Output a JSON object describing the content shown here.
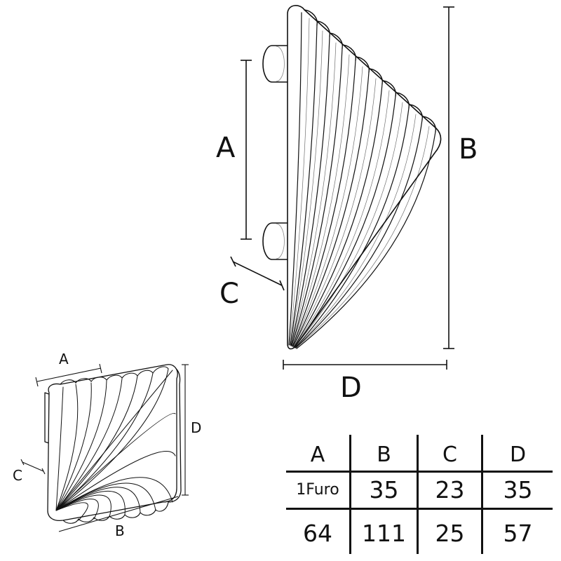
{
  "labels": {
    "large": {
      "A": "A",
      "B": "B",
      "C": "C",
      "D": "D"
    },
    "small": {
      "A": "A",
      "B": "B",
      "C": "C",
      "D": "D"
    }
  },
  "table": {
    "headers": [
      "A",
      "B",
      "C",
      "D"
    ],
    "rows": [
      [
        "1Furo",
        "35",
        "23",
        "35"
      ],
      [
        "64",
        "111",
        "25",
        "57"
      ]
    ]
  }
}
